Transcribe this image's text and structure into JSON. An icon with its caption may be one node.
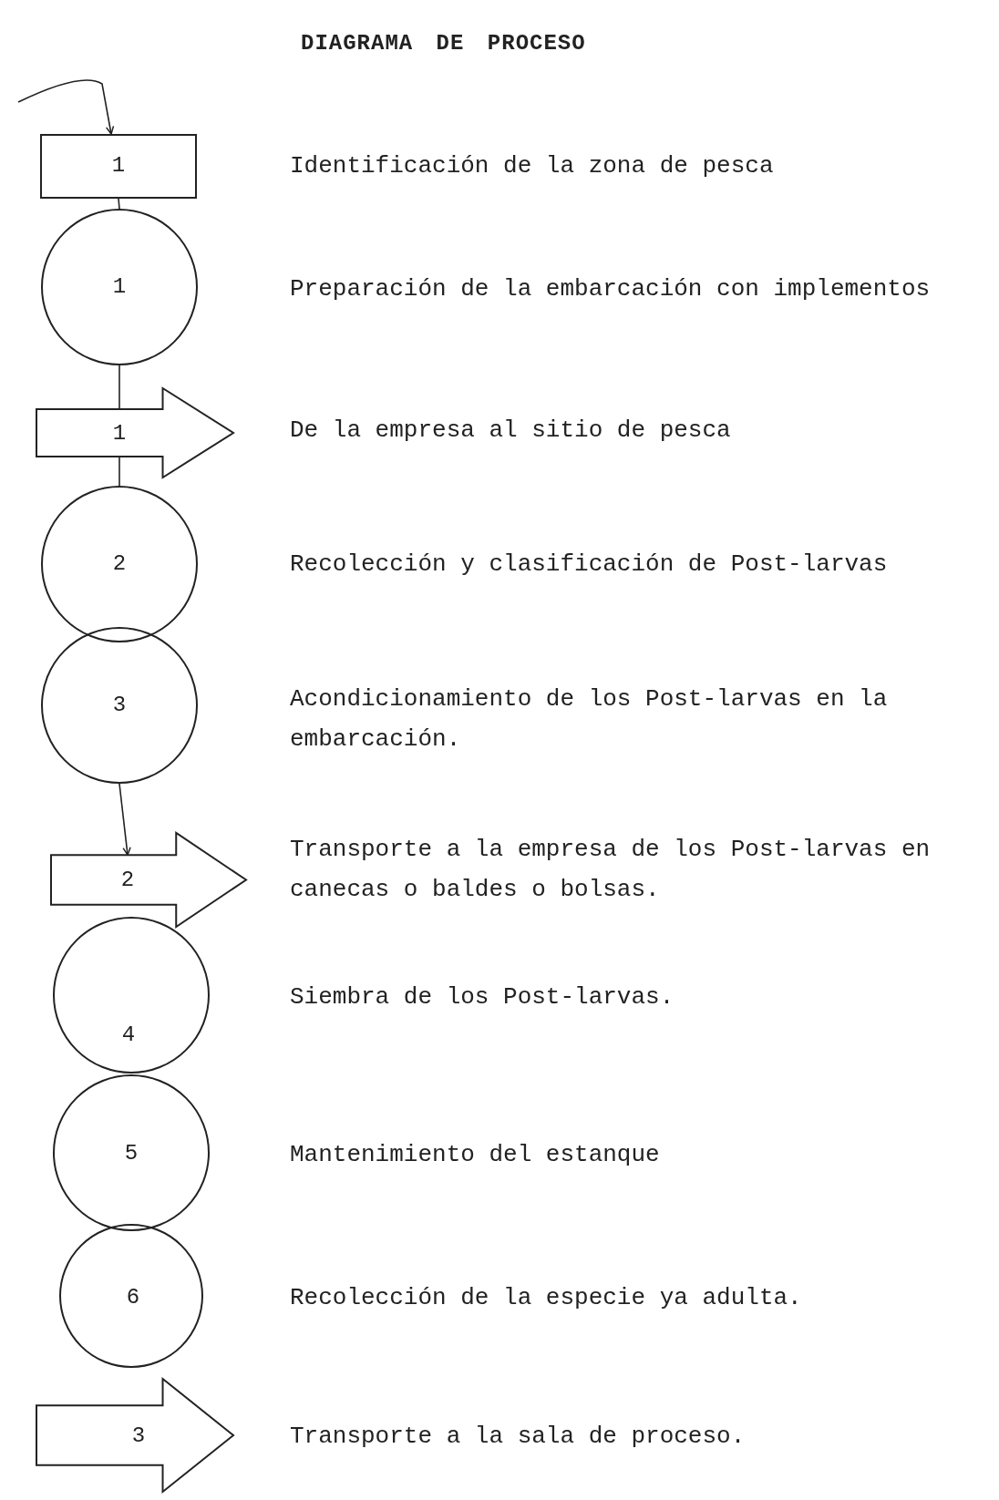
{
  "diagram": {
    "title": "DIAGRAMA DE PROCESO",
    "nodes": [
      {
        "text": [
          "1"
        ]
      },
      {
        "text": [
          "1"
        ]
      },
      {
        "text": [
          "1"
        ]
      },
      {
        "text": [
          "2"
        ]
      },
      {
        "text": [
          "3"
        ]
      },
      {
        "text": [
          "2"
        ]
      },
      {
        "text": [
          "4"
        ]
      },
      {
        "text": [
          "5"
        ]
      },
      {
        "text": [
          "6"
        ]
      },
      {
        "text": [
          "3"
        ]
      }
    ],
    "edges": [
      {
        "from": null,
        "to": 0,
        "arrow": "to"
      },
      {
        "from": 0,
        "to": 1,
        "arrow": "none"
      },
      {
        "from": 1,
        "to": 2,
        "arrow": "none"
      },
      {
        "from": 2,
        "to": 3,
        "arrow": "none"
      },
      {
        "from": 4,
        "to": 5,
        "arrow": "to"
      }
    ],
    "labels": [
      "Identificación de la zona de pesca",
      "Preparación de la embarcación con implementos",
      "De la empresa al sitio de pesca",
      "Recolección y clasificación de Post-larvas",
      "Acondicionamiento de los Post-larvas en la embarcación.",
      "Transporte a la empresa de los Post-larvas en canecas o baldes o bolsas.",
      "Siembra de los Post-larvas.",
      "Mantenimiento del estanque",
      "Recolección de la especie ya adulta.",
      "Transporte a la sala de proceso."
    ]
  }
}
